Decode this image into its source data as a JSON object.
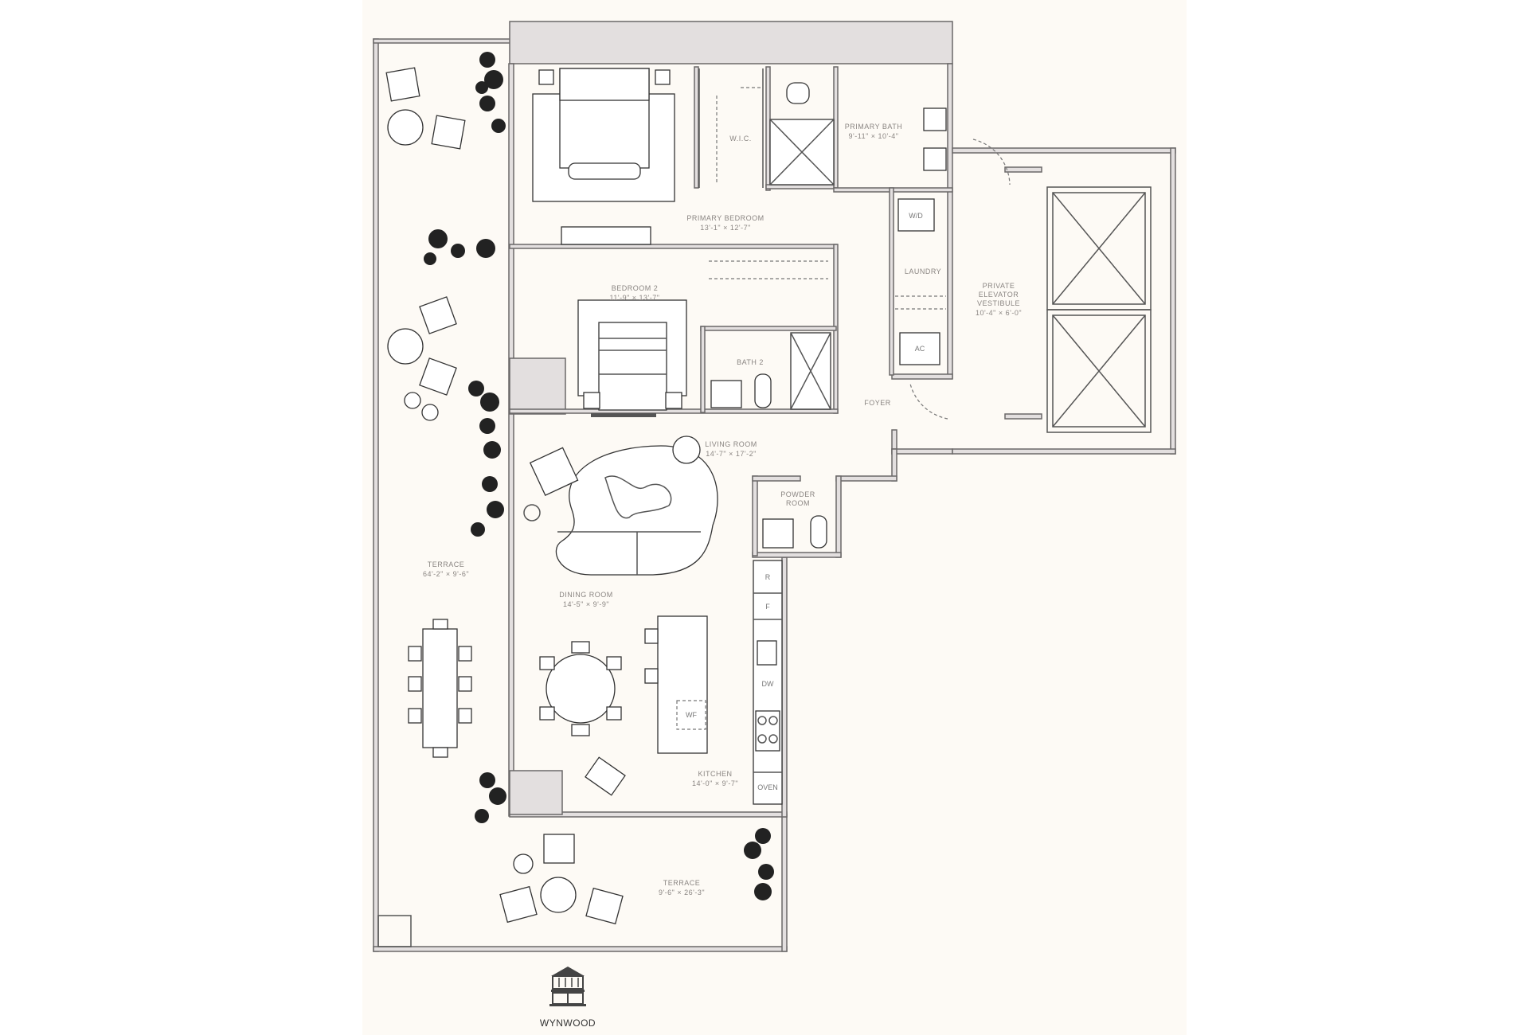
{
  "plan": {
    "colors": {
      "background": "#fdfaf5",
      "wall_fill": "#e3dfdf",
      "wall_stroke": "#6b6868",
      "label": "#8a8582",
      "furniture": "#333333"
    },
    "rooms": [
      {
        "name": "W.I.C.",
        "dims": ""
      },
      {
        "name": "PRIMARY BATH",
        "dims": "9'-11\" × 10'-4\""
      },
      {
        "name": "PRIMARY BEDROOM",
        "dims": "13'-1\" × 12'-7\""
      },
      {
        "name": "LAUNDRY",
        "dims": ""
      },
      {
        "name": "PRIVATE ELEVATOR VESTIBULE",
        "dims": "10'-4\" × 6'-0\""
      },
      {
        "name": "BEDROOM 2",
        "dims": "11'-9\" × 13'-7\""
      },
      {
        "name": "BATH 2",
        "dims": ""
      },
      {
        "name": "FOYER",
        "dims": ""
      },
      {
        "name": "LIVING ROOM",
        "dims": "14'-7\" × 17'-2\""
      },
      {
        "name": "POWDER ROOM",
        "dims": ""
      },
      {
        "name": "TERRACE",
        "dims": "64'-2\" × 9'-6\""
      },
      {
        "name": "DINING ROOM",
        "dims": "14'-5\" × 9'-9\""
      },
      {
        "name": "KITCHEN",
        "dims": "14'-0\" × 9'-7\""
      },
      {
        "name": "TERRACE",
        "dims": "9'-6\" × 26'-3\""
      }
    ],
    "fixtures": {
      "wd": "W/D",
      "ac": "AC",
      "r": "R",
      "f": "F",
      "dw": "DW",
      "oven": "OVEN",
      "wf": "WF"
    },
    "brand": {
      "label": "WYNWOOD",
      "icon": "building-icon"
    }
  }
}
